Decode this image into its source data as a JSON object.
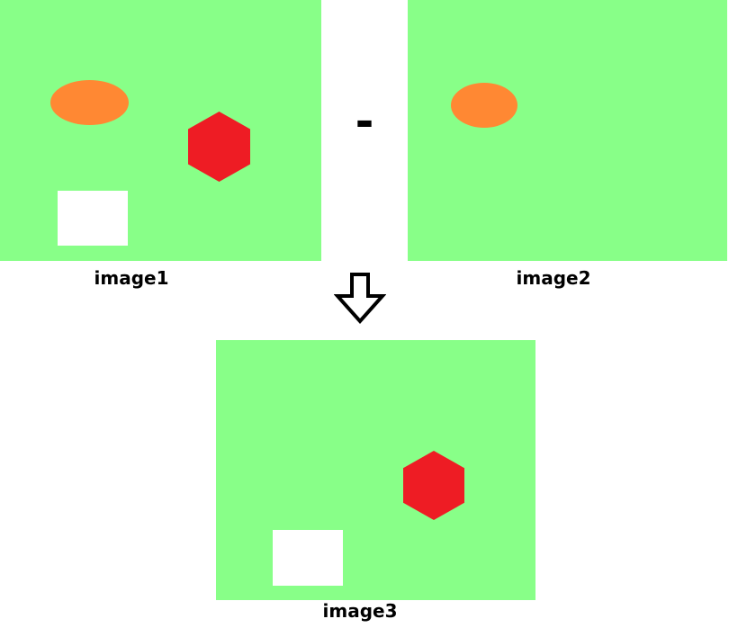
{
  "operator": "-",
  "colors": {
    "background": "#88ff88",
    "ellipse": "#ff8833",
    "hexagon": "#ee1c24",
    "rectangle": "#ffffff",
    "arrow_stroke": "#000000"
  },
  "images": [
    {
      "label": "image1",
      "shapes": [
        "orange-ellipse",
        "red-hexagon",
        "white-rectangle"
      ]
    },
    {
      "label": "image2",
      "shapes": [
        "orange-ellipse"
      ]
    },
    {
      "label": "image3",
      "shapes": [
        "red-hexagon",
        "white-rectangle"
      ]
    }
  ],
  "arrow": {
    "icon": "down-arrow-icon"
  }
}
